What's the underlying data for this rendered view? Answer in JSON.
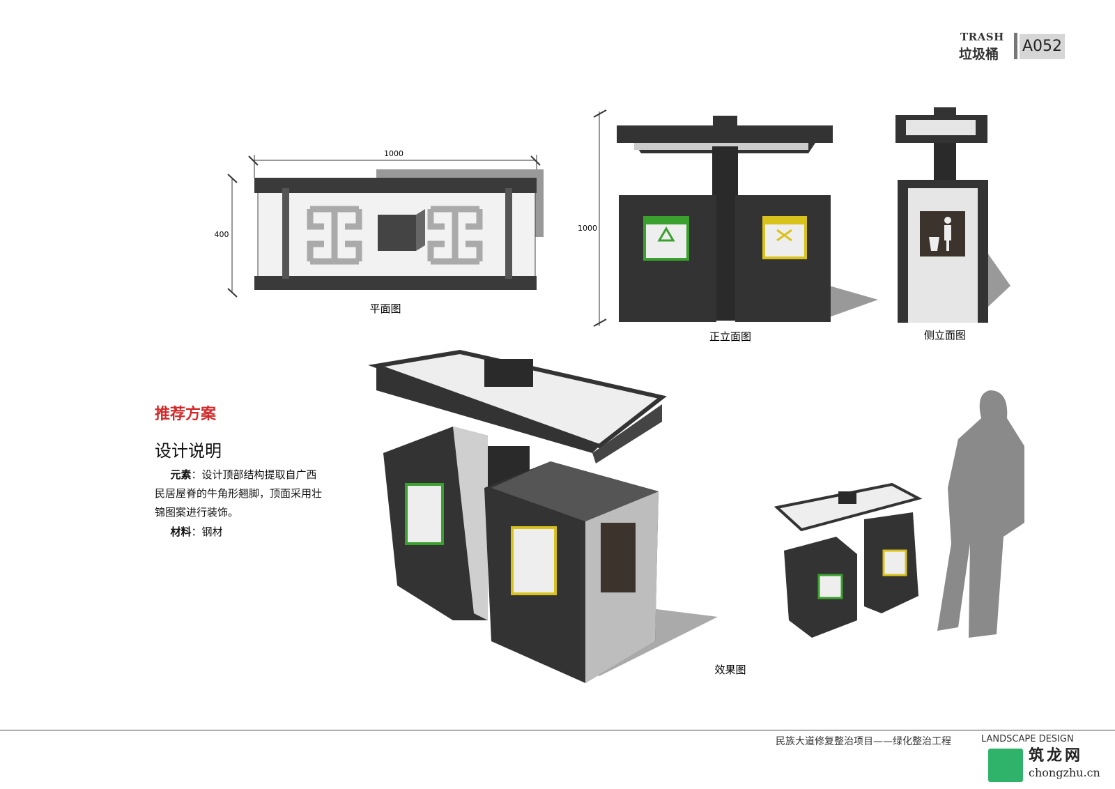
{
  "header": {
    "title_en": "TRASH",
    "title_cn": "垃圾桶",
    "sheet_code": "A052"
  },
  "plan": {
    "label": "平面图",
    "dim_width": "1000",
    "dim_depth": "400"
  },
  "front": {
    "label": "正立面图",
    "dim_height": "1000"
  },
  "side": {
    "label": "侧立面图"
  },
  "perspective": {
    "label": "效果图"
  },
  "text": {
    "recommend": "推荐方案",
    "desc_title": "设计说明",
    "element_label": "元素",
    "element_text": "：设计顶部结构提取自广西民居屋脊的牛角形翘脚，顶面采用壮锦图案进行装饰。",
    "material_label": "材料",
    "material_text": "：钢材"
  },
  "footer": {
    "project": "民族大道修复整治项目——绿化整治工程",
    "design": "LANDSCAPE DESIGN"
  },
  "watermark": {
    "name": "筑龙网",
    "url": "chongzhu.cn"
  },
  "colors": {
    "dark": "#333333",
    "light": "#e8e8e8",
    "recycle_green": "#3aa02e",
    "other_yellow": "#d9c21c",
    "accent_red": "#d12a2a"
  }
}
